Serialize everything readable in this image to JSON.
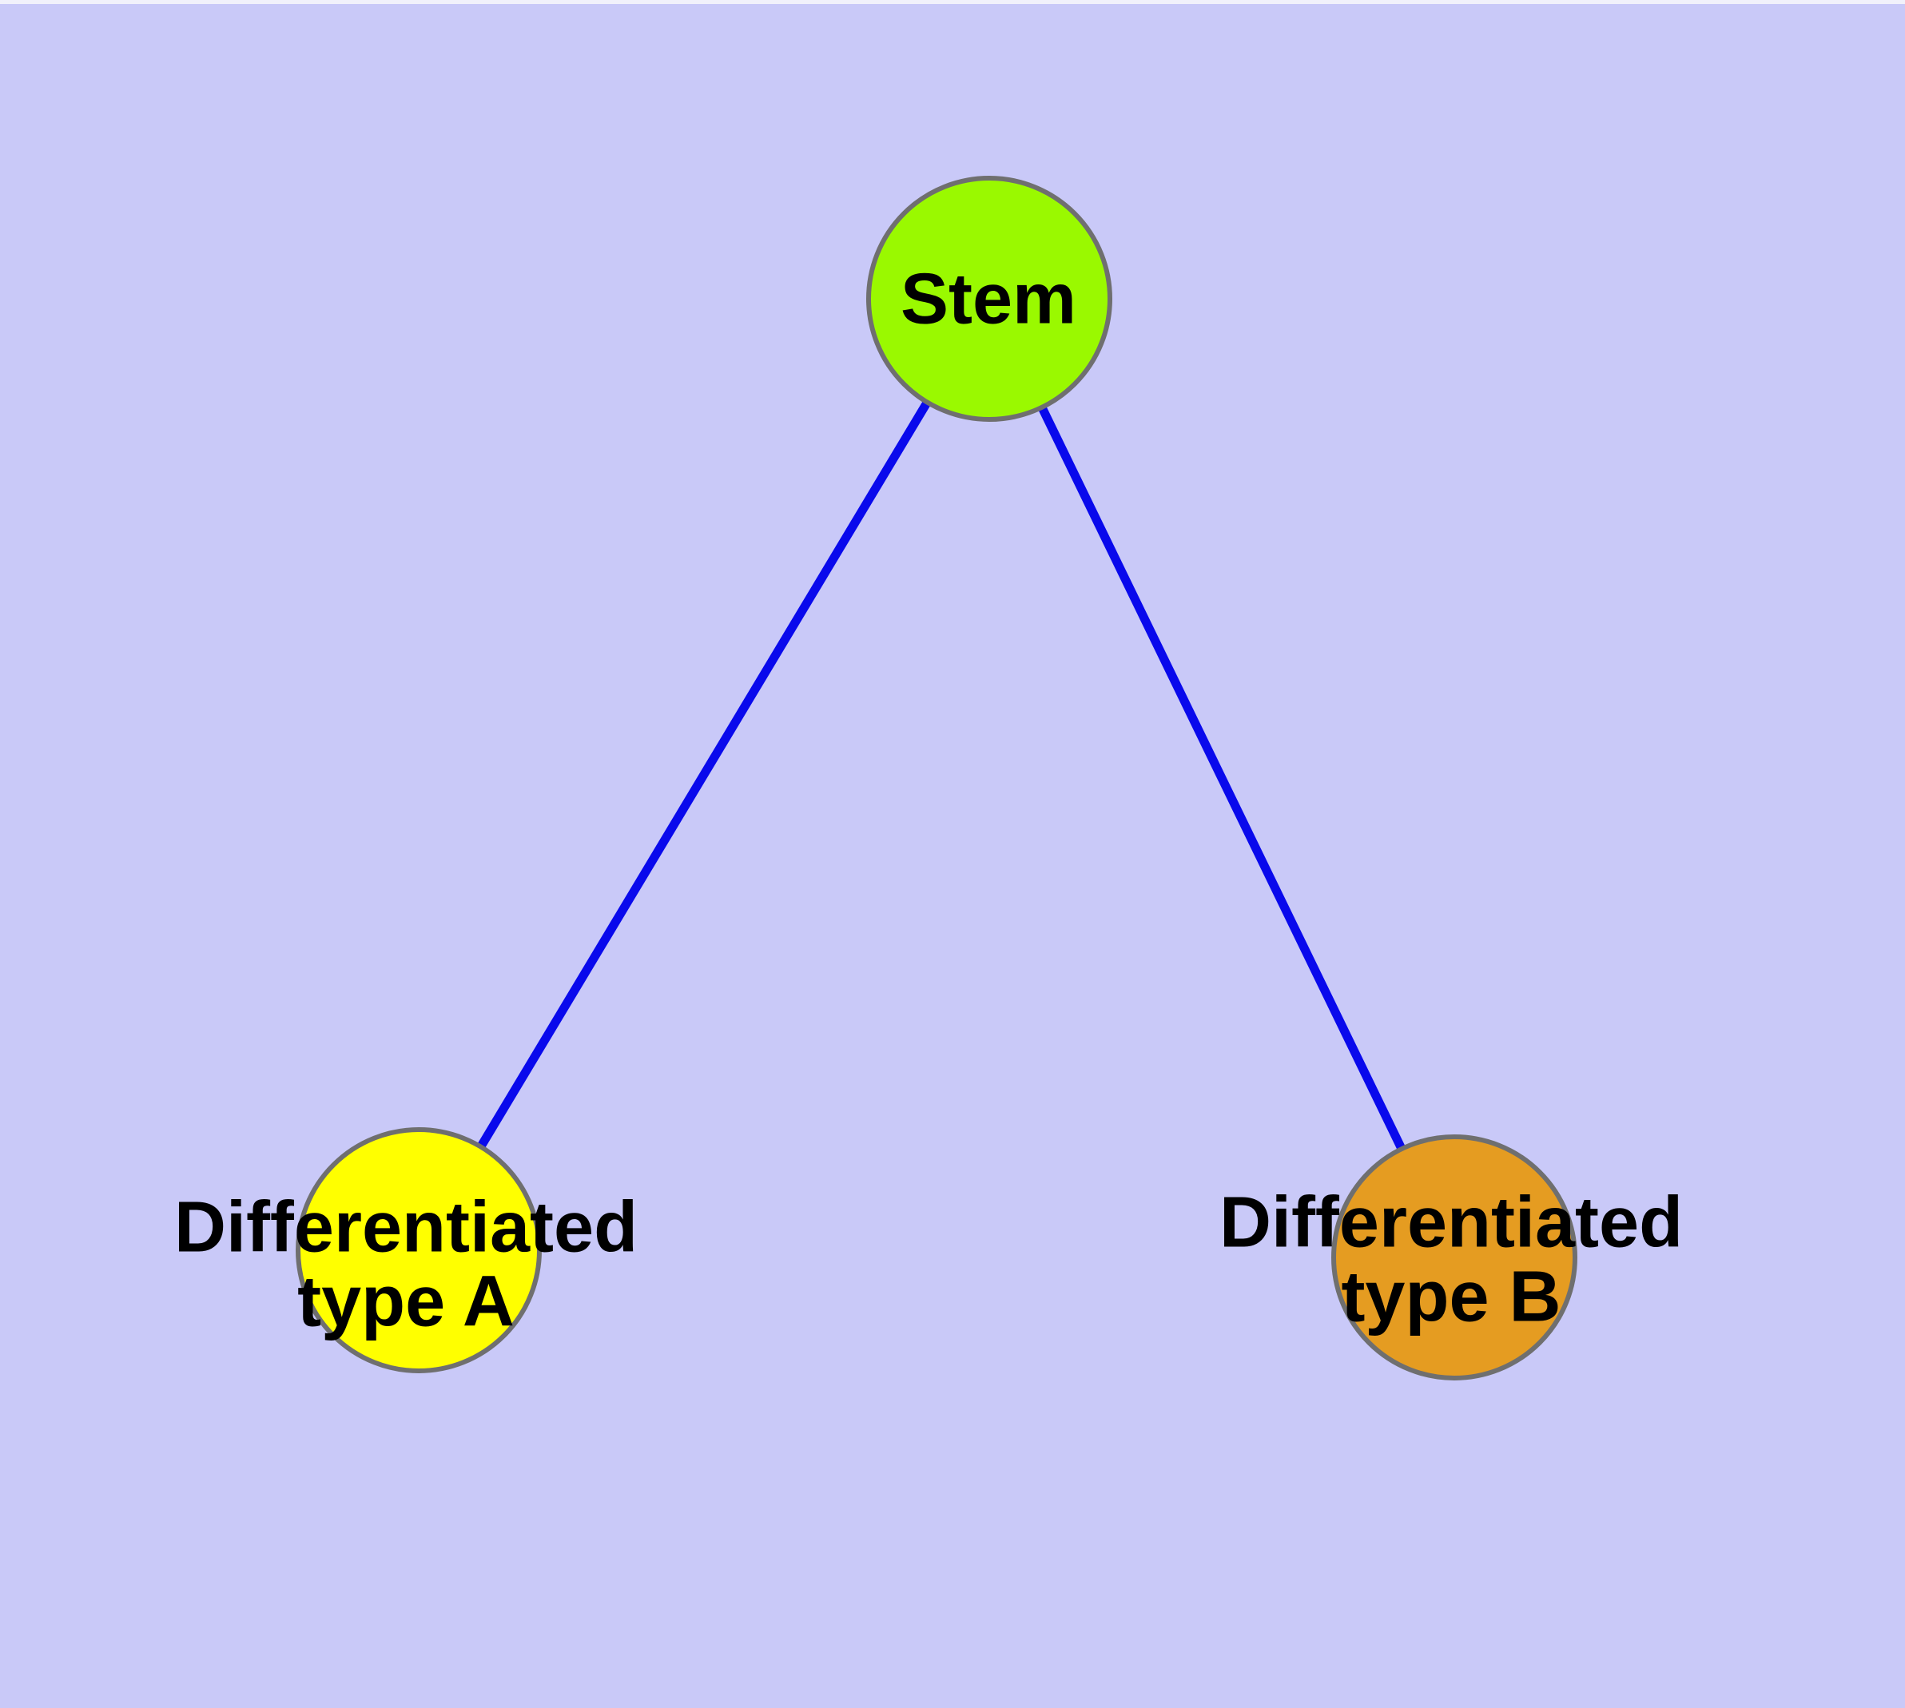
{
  "diagram": {
    "type": "graph",
    "colors": {
      "background": "#c9c9f8",
      "top_strip": "#f1f1fb",
      "edge": "#0909ec",
      "node_border": "#6f6f6f",
      "label": "#000000"
    },
    "nodes": {
      "stem": {
        "label": "Stem",
        "fill": "#9af900"
      },
      "type_a": {
        "label_line1": "Differentiated",
        "label_line2": "type A",
        "fill": "#ffff00"
      },
      "type_b": {
        "label_line1": "Differentiated",
        "label_line2": "type B",
        "fill": "#e59c21"
      }
    },
    "edges": [
      {
        "from": "Stem",
        "to": "Differentiated type A"
      },
      {
        "from": "Stem",
        "to": "Differentiated type B"
      }
    ]
  }
}
